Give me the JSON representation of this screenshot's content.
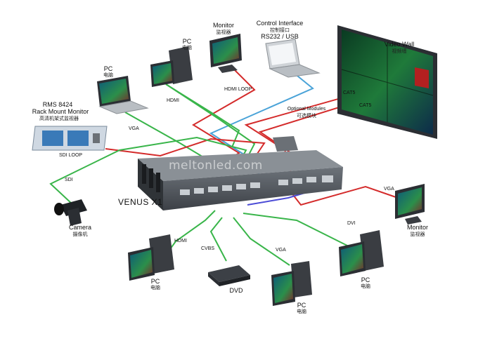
{
  "device": {
    "name": "VENUS X1",
    "watermark": "meltonled.com"
  },
  "nodes": {
    "monitor_top": {
      "en": "Monitor",
      "zh": "监视器"
    },
    "control": {
      "en": "Control Interface",
      "zh": "控制接口",
      "sub": "RS232 / USB"
    },
    "video_wall": {
      "en": "Video Wall",
      "zh": "视频墙"
    },
    "pc_top": {
      "en": "PC",
      "zh": "电脑"
    },
    "pc_laptop": {
      "en": "PC",
      "zh": "电脑"
    },
    "rms": {
      "en1": "RMS 8424",
      "en2": "Rack Mount Monitor",
      "zh": "高清机架式监视器"
    },
    "camera": {
      "en": "Camera",
      "zh": "摄像机"
    },
    "monitor_right": {
      "en": "Monitor",
      "zh": "监视器"
    },
    "pc_bl": {
      "en": "PC",
      "zh": "电脑"
    },
    "dvd": {
      "en": "DVD"
    },
    "pc_bc": {
      "en": "PC",
      "zh": "电脑"
    },
    "pc_br": {
      "en": "PC",
      "zh": "电脑"
    },
    "optional": {
      "en": "Optional Modules",
      "zh": "可选模块"
    }
  },
  "links": {
    "hdmi_loop": "HDMI LOOP",
    "hdmi_top": "HDMI",
    "vga_left": "VGA",
    "sdi_loop": "SDI LOOP",
    "sdi": "SDI",
    "cat5_a": "CAT5",
    "cat5_b": "CAT5",
    "vga_right": "VGA",
    "dvi": "DVI",
    "hdmi_bl": "HDMI",
    "cvbs": "CVBS",
    "vga_bc": "VGA"
  },
  "colors": {
    "green": "#39b54a",
    "red": "#d42b2b",
    "blue": "#4aa3d8",
    "purple": "#4b4bd6",
    "device": "#5a5f66",
    "screen": "#1d6a3a"
  }
}
